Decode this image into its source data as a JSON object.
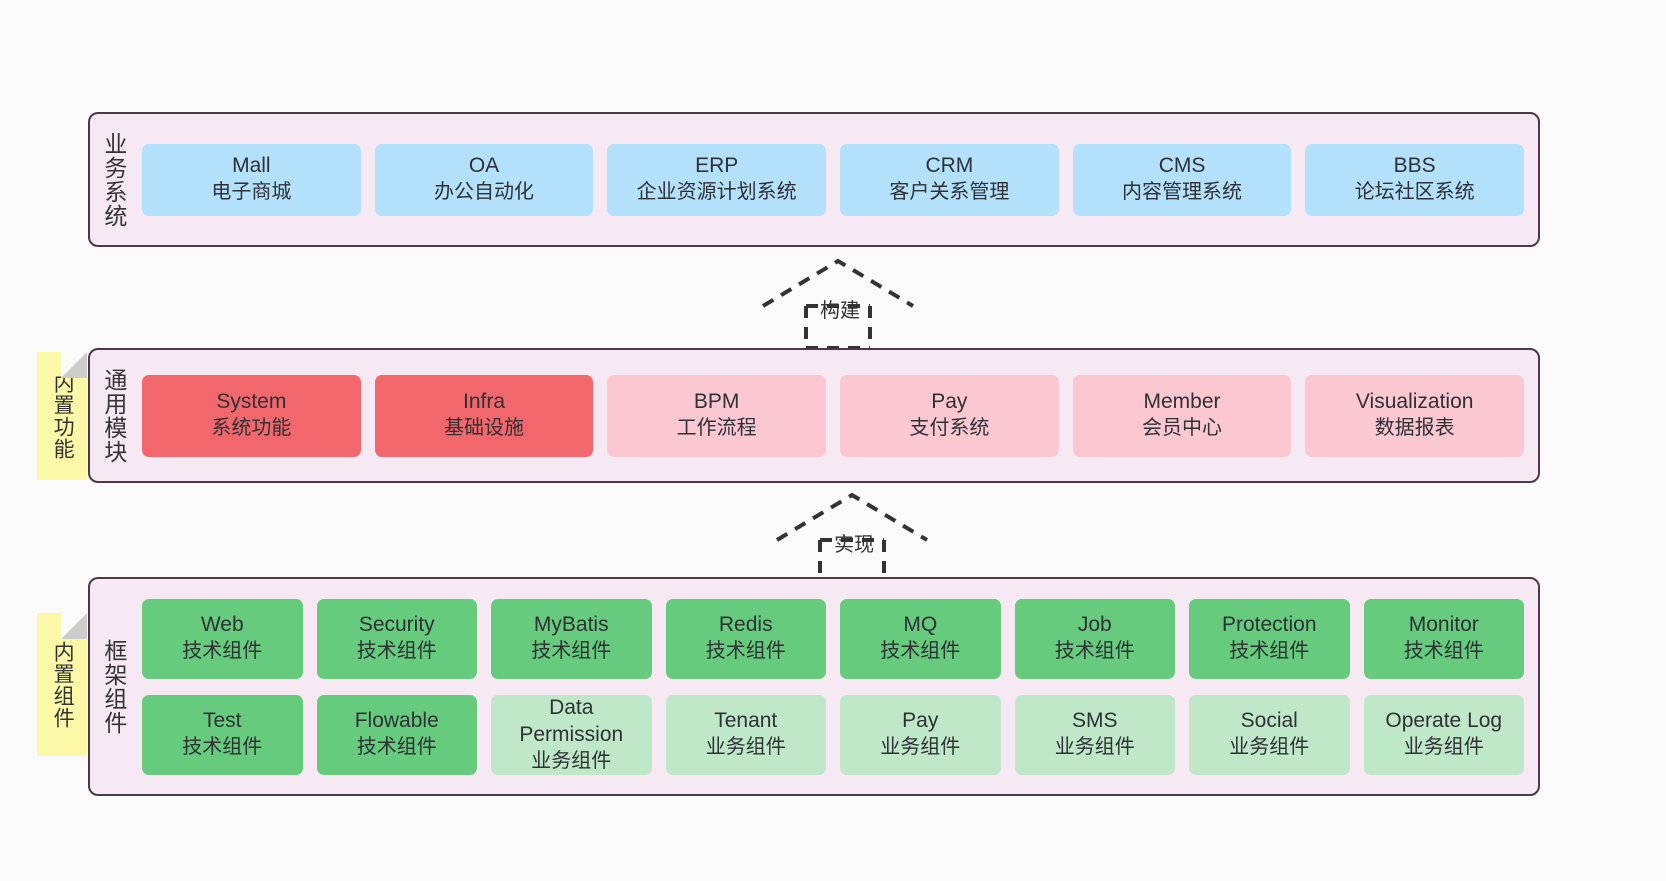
{
  "diagram": {
    "title": "",
    "colors": {
      "page_background": "#fafafa",
      "layer_background": "#f7e9f3",
      "layer_border": "#4a3a45",
      "business_card": "#b3e0fb",
      "module_core_card": "#f2676c",
      "module_card": "#fbc8d2",
      "tech_component_card": "#66cb7d",
      "biz_component_card": "#bfe8c8",
      "note_background": "#fbf8a8",
      "note_fold": "#cccccc"
    }
  },
  "layers": {
    "business": {
      "label": "业务系统",
      "cards": [
        {
          "title": "Mall",
          "sub": "电子商城"
        },
        {
          "title": "OA",
          "sub": "办公自动化"
        },
        {
          "title": "ERP",
          "sub": "企业资源计划系统"
        },
        {
          "title": "CRM",
          "sub": "客户关系管理"
        },
        {
          "title": "CMS",
          "sub": "内容管理系统"
        },
        {
          "title": "BBS",
          "sub": "论坛社区系统"
        }
      ]
    },
    "modules": {
      "label": "通用模块",
      "note": "内置功能",
      "cards": [
        {
          "title": "System",
          "sub": "系统功能"
        },
        {
          "title": "Infra",
          "sub": "基础设施"
        },
        {
          "title": "BPM",
          "sub": "工作流程"
        },
        {
          "title": "Pay",
          "sub": "支付系统"
        },
        {
          "title": "Member",
          "sub": "会员中心"
        },
        {
          "title": "Visualization",
          "sub": "数据报表"
        }
      ]
    },
    "framework": {
      "label": "框架组件",
      "note": "内置组件",
      "row1": [
        {
          "title": "Web",
          "sub": "技术组件"
        },
        {
          "title": "Security",
          "sub": "技术组件"
        },
        {
          "title": "MyBatis",
          "sub": "技术组件"
        },
        {
          "title": "Redis",
          "sub": "技术组件"
        },
        {
          "title": "MQ",
          "sub": "技术组件"
        },
        {
          "title": "Job",
          "sub": "技术组件"
        },
        {
          "title": "Protection",
          "sub": "技术组件"
        },
        {
          "title": "Monitor",
          "sub": "技术组件"
        }
      ],
      "row2": [
        {
          "title": "Test",
          "sub": "技术组件"
        },
        {
          "title": "Flowable",
          "sub": "技术组件"
        },
        {
          "title": "Data Permission",
          "sub": "业务组件"
        },
        {
          "title": "Tenant",
          "sub": "业务组件"
        },
        {
          "title": "Pay",
          "sub": "业务组件"
        },
        {
          "title": "SMS",
          "sub": "业务组件"
        },
        {
          "title": "Social",
          "sub": "业务组件"
        },
        {
          "title": "Operate Log",
          "sub": "业务组件"
        }
      ]
    }
  },
  "connectors": {
    "build": {
      "label": "构建"
    },
    "implement": {
      "label": "实现"
    }
  }
}
